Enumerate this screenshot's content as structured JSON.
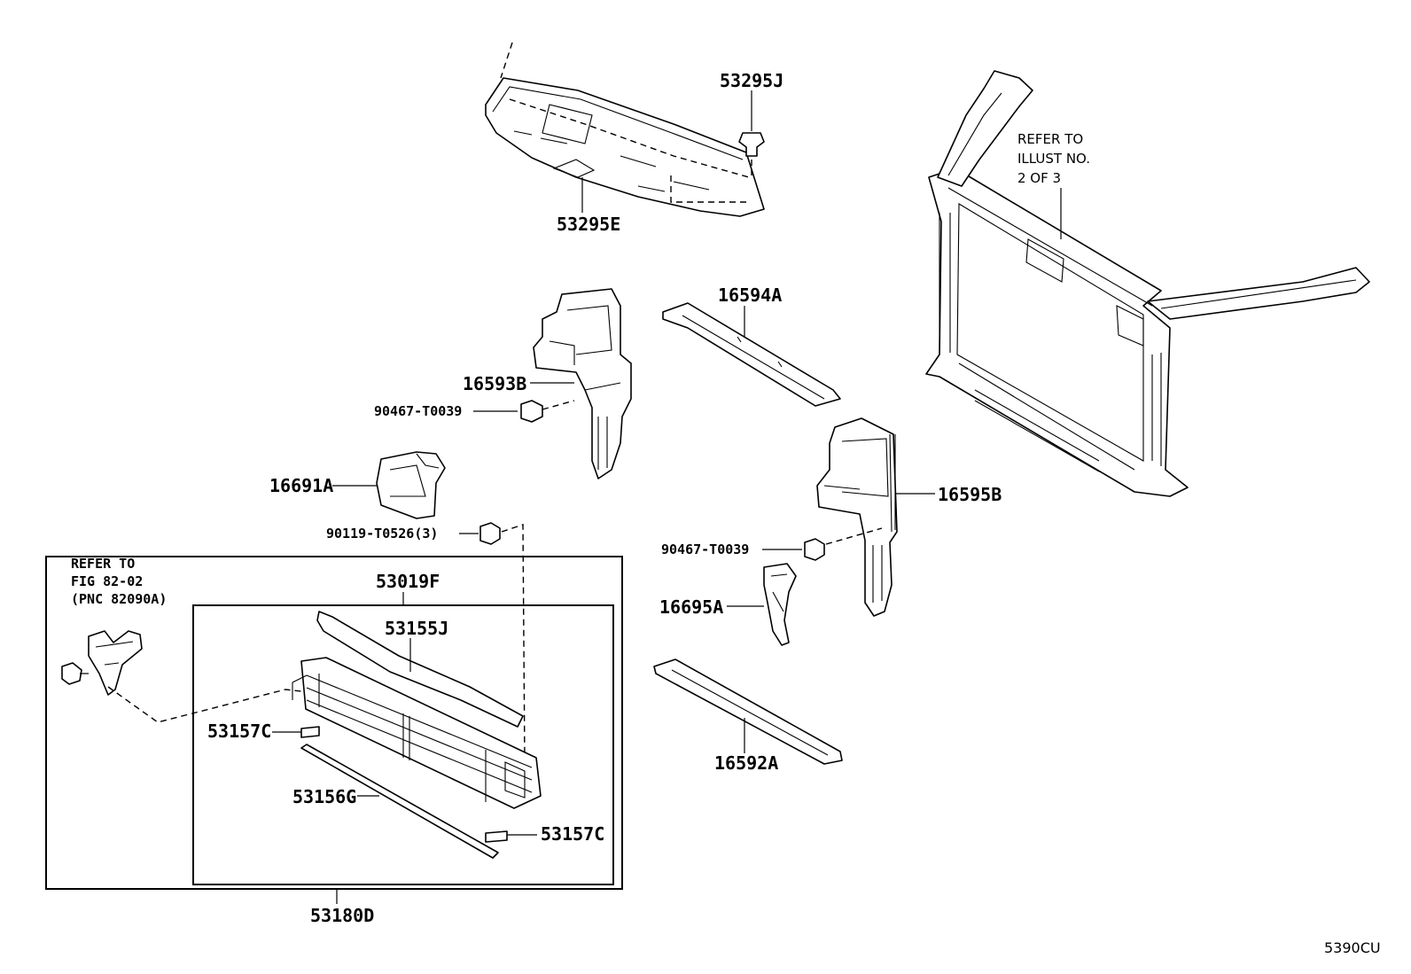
{
  "parts": {
    "p53295J": "53295J",
    "p53295E": "53295E",
    "p16594A": "16594A",
    "p16593B": "16593B",
    "p90467_a": "90467-T0039",
    "p16691A": "16691A",
    "p90119": "90119-T0526(3)",
    "p53019F": "53019F",
    "p53155J": "53155J",
    "p53157C_a": "53157C",
    "p53156G": "53156G",
    "p53157C_b": "53157C",
    "p53180D": "53180D",
    "p16595B": "16595B",
    "p90467_b": "90467-T0039",
    "p16695A": "16695A",
    "p16592A": "16592A"
  },
  "notes": {
    "refer_illust": [
      "REFER TO",
      "ILLUST NO.",
      "2 OF 3"
    ],
    "refer_fig": [
      "REFER TO",
      "FIG 82-02",
      "(PNC 82090A)"
    ]
  },
  "diagram_code": "5390CU",
  "icons": [
    "clip-fastener-icon",
    "bolt-icon",
    "connector-icon"
  ]
}
